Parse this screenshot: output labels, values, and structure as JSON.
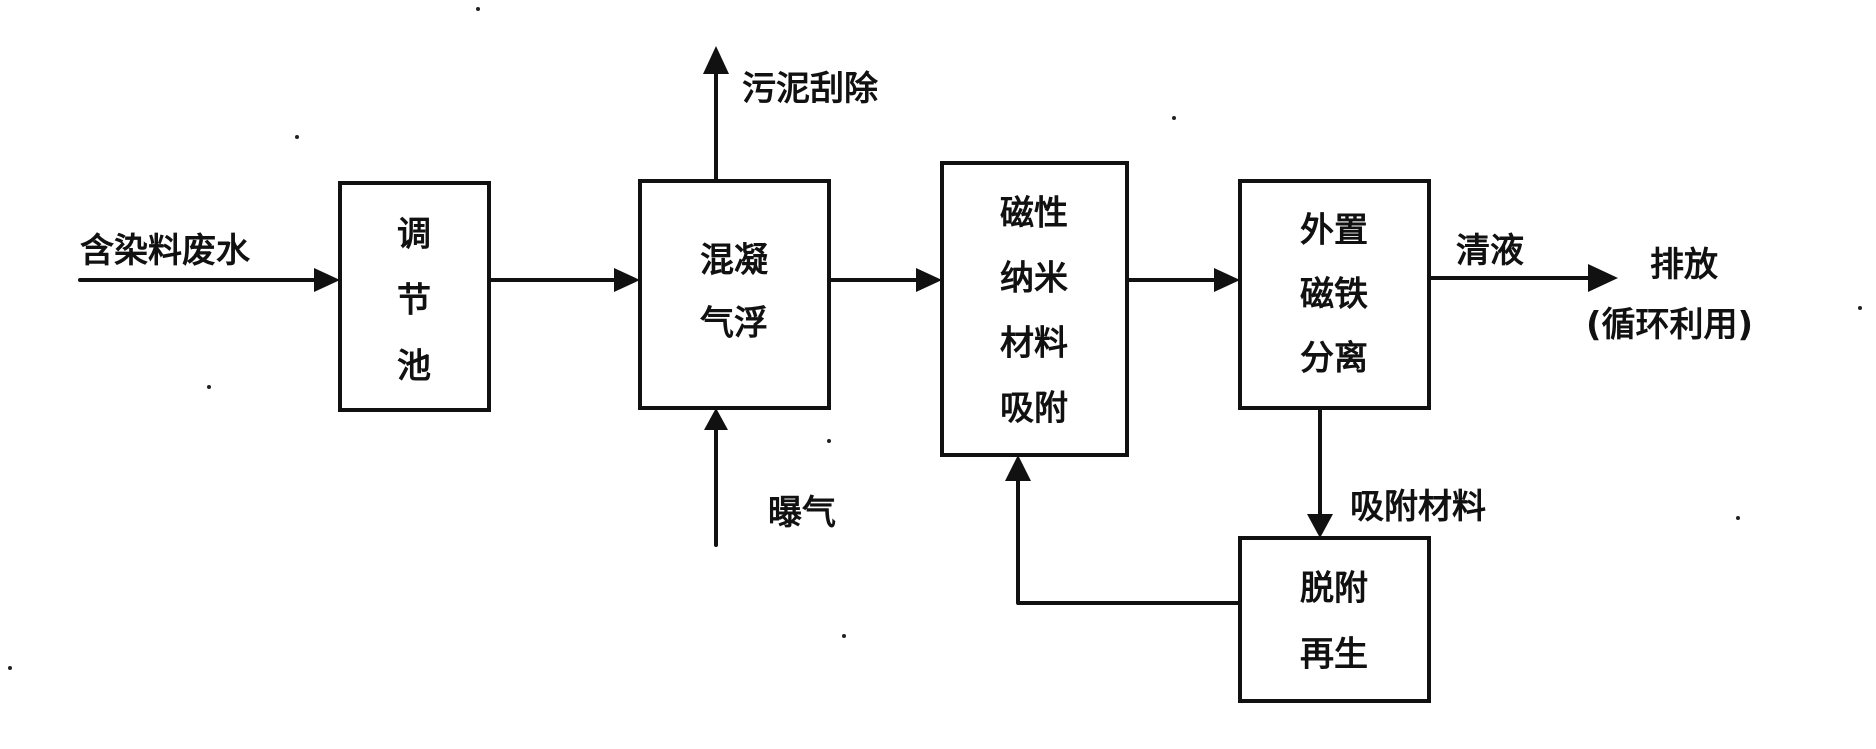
{
  "diagram": {
    "input_label": "含染料废水",
    "regulating_tank_lines": [
      "调",
      "节",
      "池"
    ],
    "coag_flotation_lines": [
      "混凝",
      "气浮"
    ],
    "sludge_removal_label": "污泥刮除",
    "aeration_label": "曝气",
    "magnetic_adsorption_lines": [
      "磁性",
      "纳米",
      "材料",
      "吸附"
    ],
    "magnetic_separation_lines": [
      "外置",
      "磁铁",
      "分离"
    ],
    "clear_liquid_label": "清液",
    "discharge_label": "排放",
    "recycle_label": "(循环利用)",
    "adsorbent_label": "吸附材料",
    "desorption_lines": [
      "脱附",
      "再生"
    ]
  }
}
